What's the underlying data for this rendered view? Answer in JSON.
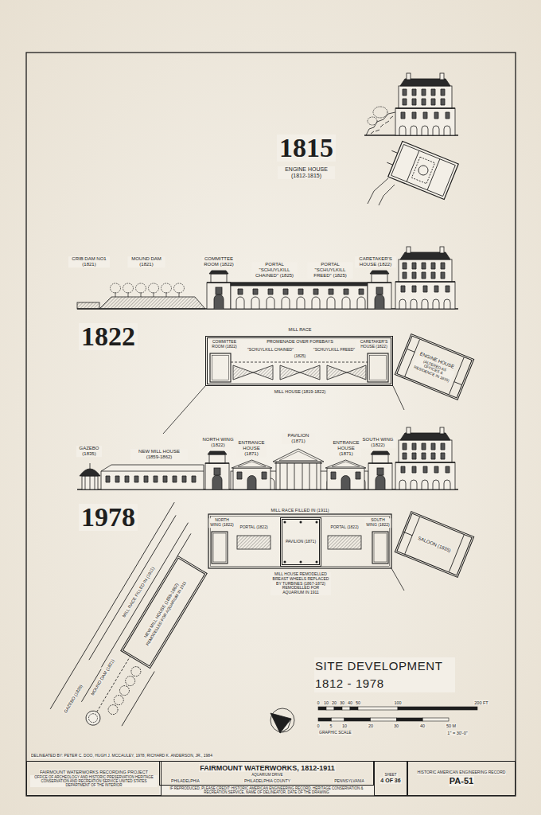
{
  "diagram": {
    "title": "SITE DEVELOPMENT 1812 - 1978",
    "nodes": [
      {
        "text": [
          "PROMENADE OVER FOREBAYS",
          "\"SCHUYLKILL CHAINED\"",
          "\"SCHUYLKILL FREED\"",
          "(1825)"
        ]
      },
      {
        "text": [
          "ENGINE HOUSE",
          "(ALTERED AS OFFICES & RESIDENCE IN 1835)"
        ]
      },
      {
        "text": [
          "PAVILION (1871)"
        ]
      },
      {
        "text": [
          "SALOON (1835)"
        ]
      },
      {
        "text": [
          "NEW MILL HOUSE (1859-1862)",
          "REMODELLED FOR AQUARIUM IN 1911"
        ]
      },
      {
        "text": [
          "FAIRMOUNT WATERWORKS RECORDING PROJECT",
          "OFFICE OF ARCHEOLOGY AND HISTORIC PRESERVATION HERITAGE CONSERVATION AND RECREATION SERVICE UNITED STATES DEPARTMENT OF THE INTERIOR"
        ]
      },
      {
        "text": [
          "FAIRMOUNT WATERWORKS, 1812-1911",
          "AQUARIUM DRIVE",
          "PHILADELPHIA",
          "PHILADELPHIA COUNTY",
          "PENNSYLVANIA"
        ]
      },
      {
        "text": [
          "SHEET",
          "4 OF 36"
        ]
      },
      {
        "text": [
          "HISTORIC AMERICAN ENGINEERING RECORD",
          "PA-51"
        ]
      }
    ],
    "labels": [
      "1815",
      "ENGINE HOUSE (1812-1815)",
      "CRIB DAM NO1 (1821)",
      "MOUND DAM (1821)",
      "COMMITTEE ROOM (1822)",
      "PORTAL \"SCHUYLKILL CHAINED\" (1825)",
      "PORTAL \"SCHUYLKILL FREED\" (1825)",
      "CARETAKER'S HOUSE (1822)",
      "1822",
      "MILL RACE",
      "COMMITTEE ROOM (1822)",
      "CARETAKER'S HOUSE (1822)",
      "MILL HOUSE (1819-1822)",
      "GAZEBO (1835)",
      "NEW MILL HOUSE (1859-1862)",
      "NORTH WING (1822)",
      "ENTRANCE HOUSE (1871)",
      "PAVILION (1871)",
      "ENTRANCE HOUSE (1871)",
      "SOUTH WING (1822)",
      "1978",
      "MILL RACE FILLED IN (1911)",
      "NORTH WING (1822)",
      "PORTAL (1822)",
      "PORTAL (1822)",
      "SOUTH WING (1822)",
      "MILL HOUSE REMODELLED BREAST WHEELS REPLACED BY TURBINES (1867-1872) REMODELLED FOR AQUARIUM IN 1911",
      "MILL RACE FILLED IN (1911)",
      "MOUND DAM (1821)",
      "GAZEBO (1835)",
      "0",
      "10",
      "20",
      "30",
      "40",
      "50",
      "100",
      "200 FT",
      "0",
      "5",
      "10",
      "20",
      "30",
      "40",
      "50 M",
      "GRAPHIC SCALE",
      "1\" = 30'-0\"",
      "DELINEATED BY: PETER C. DOO, HUGH J. MCCAULEY, 1978; RICHARD K. ANDERSON, JR., 1984",
      "IF REPRODUCED, PLEASE CREDIT: HISTORIC AMERICAN ENGINEERING RECORD, HERITAGE CONSERVATION & RECREATION SERVICE, NAME OF DELINEATOR, DATE OF THE DRAWING"
    ]
  }
}
